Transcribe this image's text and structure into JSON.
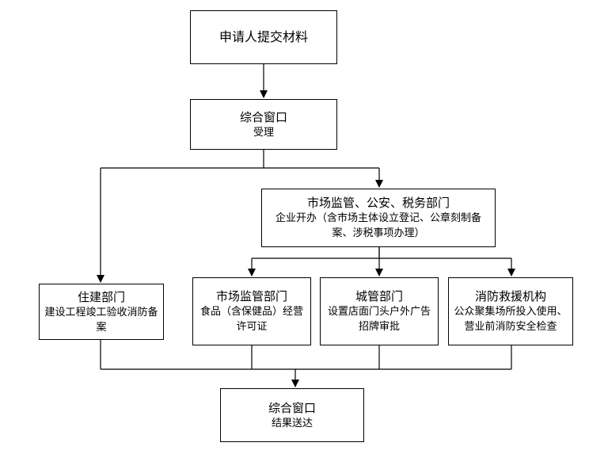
{
  "nodes": {
    "apply": {
      "title": "申请人提交材料"
    },
    "accept": {
      "title": "综合窗口",
      "body": "受理"
    },
    "market_joint": {
      "title": "市场监管、公安、税务部门",
      "body": "企业开办（含市场主体设立登记、公章刻制备案、涉税事项办理）"
    },
    "housing": {
      "title": "住建部门",
      "body": "建设工程竣工验收消防备案"
    },
    "market": {
      "title": "市场监管部门",
      "body": "食品（含保健品）经营许可证"
    },
    "urban": {
      "title": "城管部门",
      "body": "设置店面门头户外广告招牌审批"
    },
    "fire": {
      "title": "消防救援机构",
      "body": "公众聚集场所投入使用、营业前消防安全检查"
    },
    "deliver": {
      "title": "综合窗口",
      "body": "结果送达"
    }
  },
  "colors": {
    "line": "#000000",
    "box_border": "#000000",
    "box_fill": "#ffffff",
    "text": "#000000"
  }
}
